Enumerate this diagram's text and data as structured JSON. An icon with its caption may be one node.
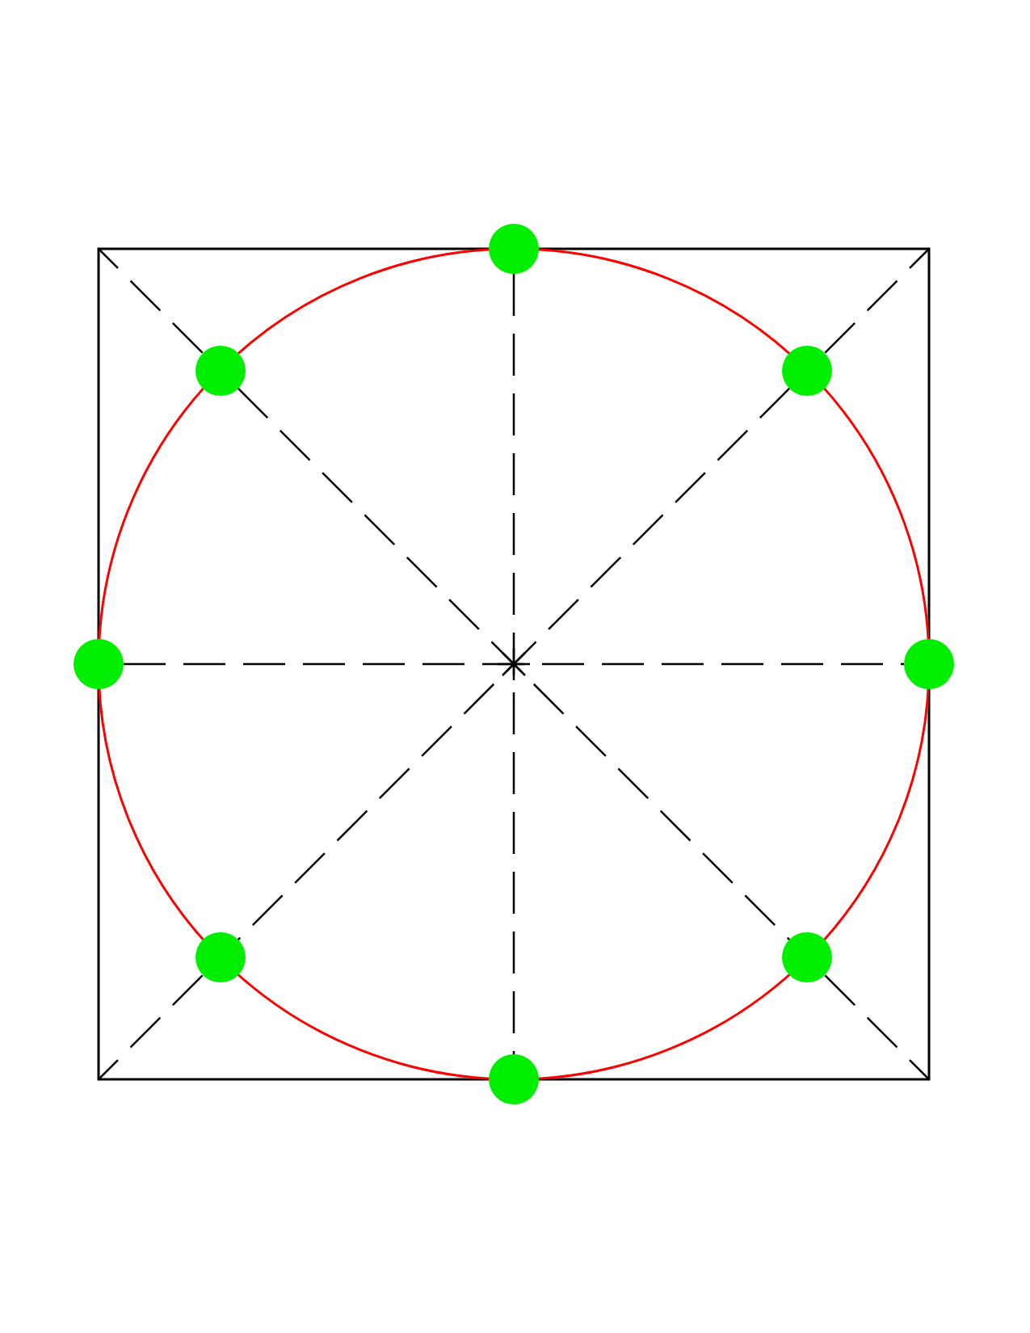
{
  "diagram": {
    "nodes": [
      {
        "text": [],
        "shape": "circle"
      },
      {
        "text": [],
        "shape": "circle"
      },
      {
        "text": [],
        "shape": "circle"
      },
      {
        "text": [],
        "shape": "circle"
      },
      {
        "text": [],
        "shape": "circle"
      },
      {
        "text": [],
        "shape": "circle"
      },
      {
        "text": [],
        "shape": "circle"
      },
      {
        "text": [],
        "shape": "circle"
      }
    ],
    "edges": [
      {
        "from": 3,
        "to": 4,
        "arrow": "none",
        "style": "dashed"
      },
      {
        "from": 0,
        "to": 7,
        "arrow": "none",
        "style": "dashed"
      },
      {
        "from": 1,
        "to": 6,
        "arrow": "none",
        "style": "dashed"
      },
      {
        "from": 2,
        "to": 5,
        "arrow": "none",
        "style": "dashed"
      }
    ]
  }
}
